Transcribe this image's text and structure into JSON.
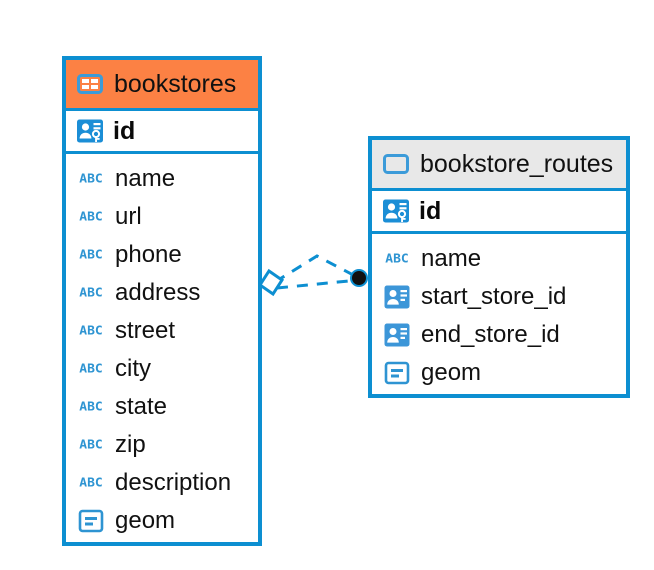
{
  "diagram": {
    "type": "entity-relationship-diagram",
    "background_color": "#ffffff",
    "accent_color": "#0D8FD1",
    "highlight_color": "#FC8144",
    "header_grey": "#E8E8E8"
  },
  "tables": [
    {
      "name": "bookstores",
      "header_style": "orange",
      "table_icon": "table-icon",
      "primary_key": {
        "label": "id",
        "icon": "primary-key-icon"
      },
      "fields": [
        {
          "label": "name",
          "icon": "text-abc-icon"
        },
        {
          "label": "url",
          "icon": "text-abc-icon"
        },
        {
          "label": "phone",
          "icon": "text-abc-icon"
        },
        {
          "label": "address",
          "icon": "text-abc-icon"
        },
        {
          "label": "street",
          "icon": "text-abc-icon"
        },
        {
          "label": "city",
          "icon": "text-abc-icon"
        },
        {
          "label": "state",
          "icon": "text-abc-icon"
        },
        {
          "label": "zip",
          "icon": "text-abc-icon"
        },
        {
          "label": "description",
          "icon": "text-abc-icon"
        },
        {
          "label": "geom",
          "icon": "geometry-icon"
        }
      ]
    },
    {
      "name": "bookstore_routes",
      "header_style": "grey",
      "table_icon": "table-icon",
      "primary_key": {
        "label": "id",
        "icon": "primary-key-icon"
      },
      "fields": [
        {
          "label": "name",
          "icon": "text-abc-icon"
        },
        {
          "label": "start_store_id",
          "icon": "foreign-key-icon"
        },
        {
          "label": "end_store_id",
          "icon": "foreign-key-icon"
        },
        {
          "label": "geom",
          "icon": "geometry-icon"
        }
      ]
    }
  ],
  "relationship": {
    "source_marker": "diamond-marker",
    "target_marker": "filled-circle-marker",
    "line_style": "dashed",
    "line_color": "#0D8FD1"
  },
  "icon_text": {
    "abc": "ABC"
  }
}
